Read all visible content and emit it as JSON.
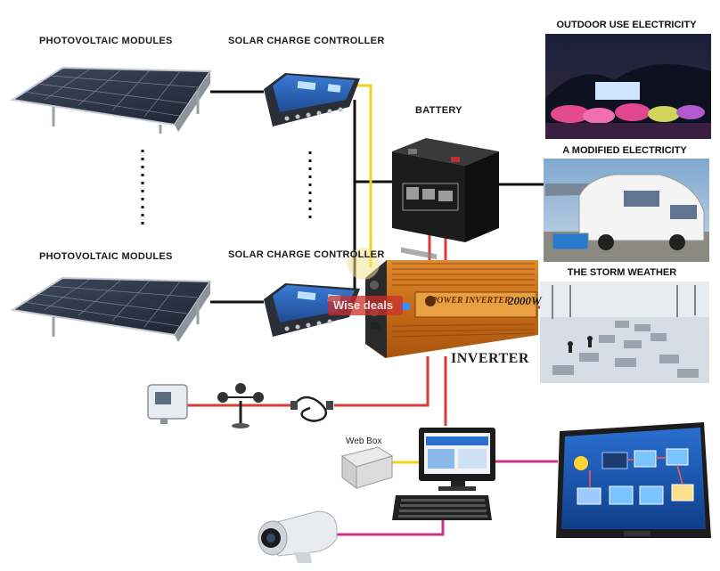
{
  "labels": {
    "pv_modules_top": "PHOTOVOLTAIC MODULES",
    "pv_modules_bottom": "PHOTOVOLTAIC MODULES",
    "controller_top": "SOLAR CHARGE CONTROLLER",
    "controller_bottom": "SOLAR CHARGE CONTROLLER",
    "battery": "BATTERY",
    "inverter": "INVERTER",
    "web_box": "Web Box"
  },
  "photos": {
    "outdoor": "OUTDOOR USE ELECTRICITY",
    "modified": "A MODIFIED ELECTRICITY",
    "storm": "THE STORM WEATHER"
  },
  "inverter_face": {
    "title": "POWER INVERTER",
    "rating": "2000W"
  },
  "watermark": "Wise deals",
  "colors": {
    "black_wire": "#111111",
    "red_wire": "#d93a3a",
    "yellow_wire": "#f2d21b",
    "magenta_wire": "#c8338f",
    "inverter_body": "#c9701e",
    "controller_blue": "#2b63b8"
  }
}
